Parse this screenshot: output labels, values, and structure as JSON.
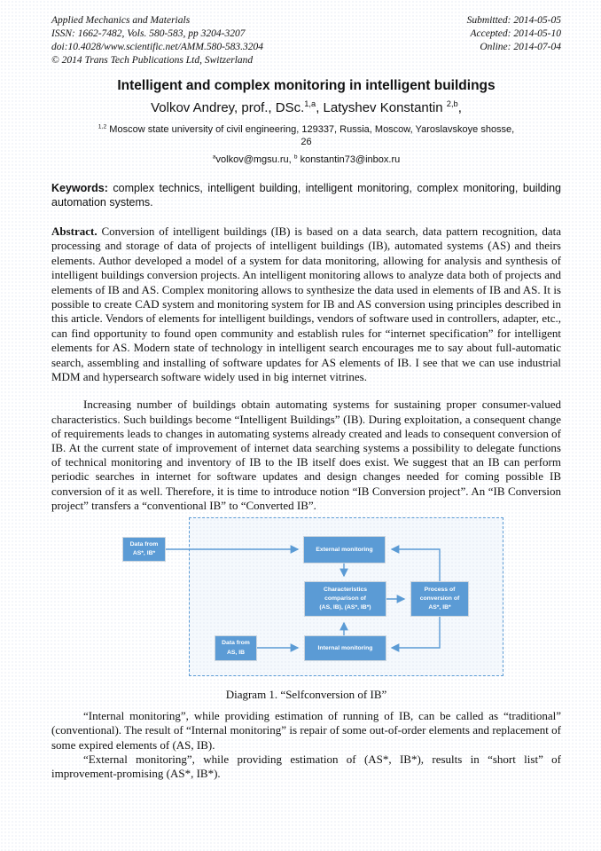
{
  "journal_header": {
    "left": [
      "Applied Mechanics and Materials",
      "ISSN: 1662-7482, Vols. 580-583, pp 3204-3207",
      "doi:10.4028/www.scientific.net/AMM.580-583.3204",
      "© 2014 Trans Tech Publications Ltd, Switzerland"
    ],
    "right": [
      "Submitted: 2014-05-05",
      "Accepted: 2014-05-10",
      "Online: 2014-07-04"
    ]
  },
  "title": "Intelligent and complex monitoring in intelligent buildings",
  "authors": {
    "name1": "Volkov Andrey, prof., DSc.",
    "sup1": "1,a",
    "between": ", Latyshev Konstantin ",
    "sup2": "2,b",
    "trailing": ","
  },
  "affiliation": {
    "sup": "1,2",
    "line1": " Moscow state university of civil engineering, 129337, Russia, Moscow, Yaroslavskoye shosse,",
    "line2": "26"
  },
  "emails": {
    "supA": "a",
    "email1": "volkov@mgsu.ru, ",
    "supB": "b",
    "email2": " konstantin73@inbox.ru"
  },
  "keywords": {
    "label": "Keywords:",
    "text": " complex technics, intelligent building, intelligent monitoring, complex monitoring, building automation systems."
  },
  "abstract": {
    "label": "Abstract.",
    "text": " Conversion of intelligent buildings (IB) is based on a data search, data pattern recognition, data processing and storage of data of projects of intelligent buildings (IB), automated systems (AS) and theirs elements. Author developed a model of a system for data monitoring, allowing for analysis and synthesis of intelligent buildings conversion projects. An intelligent monitoring allows to analyze data both of projects and elements of IB and AS. Complex monitoring allows to synthesize the data used in elements of IB and AS. It is possible to create CAD system and monitoring system for IB and AS conversion using principles described in this article. Vendors of elements for intelligent buildings, vendors of software used in controllers, adapter, etc., can find opportunity to found open community and establish rules for “internet specification” for intelligent elements for AS. Modern state of technology in intelligent search encourages me to say about full-automatic search, assembling and installing of software updates for AS elements of IB. I see that we can use industrial MDM and hypersearch software widely used in big internet vitrines."
  },
  "body": {
    "paragraphs": [
      "Increasing number of buildings obtain automating systems for sustaining proper consumer-valued characteristics. Such buildings become “Intelligent Buildings” (IB). During exploitation, a consequent change of requirements leads to changes in automating systems already created and leads to consequent conversion of IB.  At the current state of improvement of internet data searching systems a possibility to delegate functions of technical monitoring and inventory of IB to the IB itself does exist. We suggest that an IB can perform periodic searches in internet for software updates and design changes needed for coming possible IB conversion of it as well. Therefore, it is time to introduce notion “IB Conversion project”. An “IB Conversion project” transfers a “conventional IB” to “Converted IB”.",
      "“Internal monitoring”, while providing estimation of running of IB, can be called as “traditional” (conventional). The result of “Internal monitoring” is repair of some out-of-order elements and replacement of some expired elements of (AS, IB).",
      "“External monitoring”, while providing estimation of (AS*, IB*), results in “short list” of improvement-promising (AS*, IB*)."
    ]
  },
  "diagram": {
    "boxes": {
      "data_external": "Data from\nAS*, IB*",
      "external_monitoring": "External monitoring",
      "characteristics": "Characteristics\ncomparison of\n(AS, IB), (AS*, IB*)",
      "process": "Process of\nconversion of\nAS*, IB*",
      "data_internal": "Data from\nAS, IB",
      "internal_monitoring": "Internal monitoring"
    },
    "caption": "Diagram 1. “Selfconversion of IB”",
    "colors": {
      "box_fill": "#5b9bd5",
      "box_border": "#ccd5de",
      "arrow": "#5b9bd5",
      "dashed_border": "#5b9bd5",
      "box_text": "#ffffff"
    }
  }
}
